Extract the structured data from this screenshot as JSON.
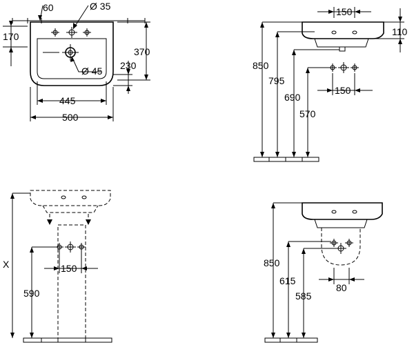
{
  "top_view": {
    "dim_60": "60",
    "dim_dia35": "Ø 35",
    "dim_170": "170",
    "dim_370": "370",
    "dim_dia45": "Ø 45",
    "dim_230": "230",
    "dim_445": "445",
    "dim_500": "500"
  },
  "side_view": {
    "dim_150": "150",
    "dim_110": "110",
    "dim_850": "850",
    "dim_795": "795",
    "dim_690": "690",
    "dim_150_lower": "150",
    "dim_570": "570"
  },
  "pedestal_view": {
    "dim_x": "X",
    "dim_150": "150",
    "dim_590": "590"
  },
  "semi_pedestal_view": {
    "dim_850": "850",
    "dim_615": "615",
    "dim_585": "585",
    "dim_80": "80"
  },
  "colors": {
    "line": "#000000",
    "background": "#ffffff"
  }
}
